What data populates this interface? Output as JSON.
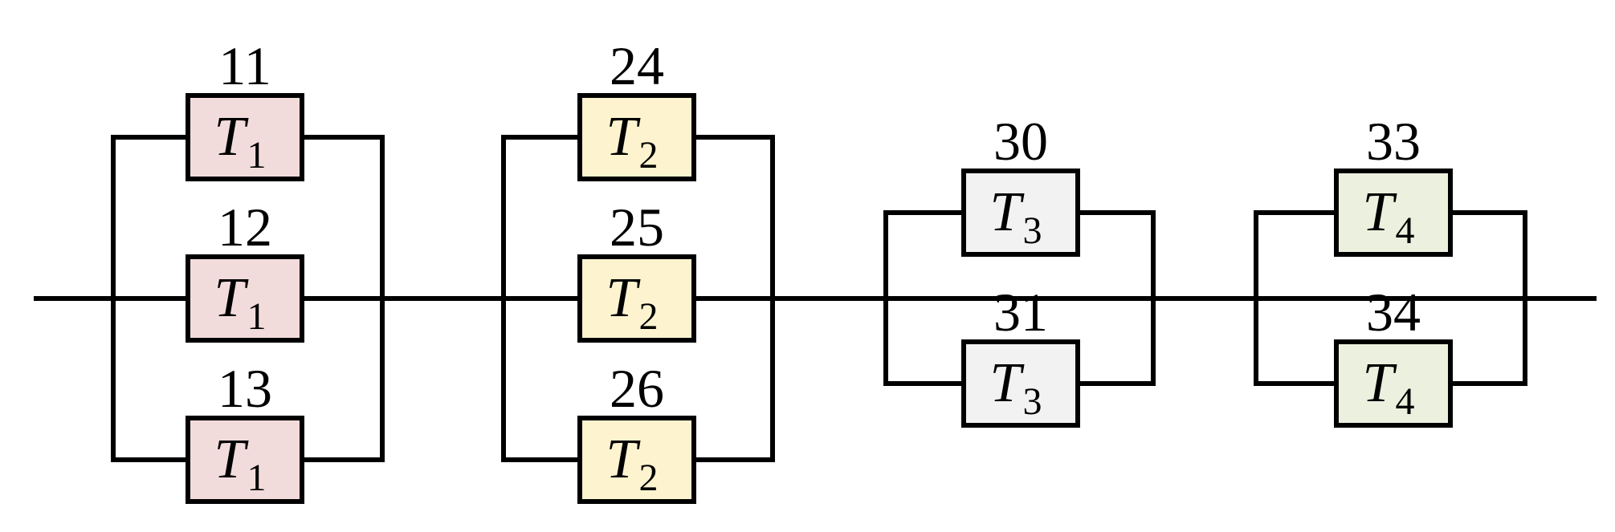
{
  "groups": [
    {
      "color": "#f2dcdb",
      "units": [
        {
          "number": "11",
          "letter": "T",
          "subscript": "1"
        },
        {
          "number": "12",
          "letter": "T",
          "subscript": "1"
        },
        {
          "number": "13",
          "letter": "T",
          "subscript": "1"
        }
      ]
    },
    {
      "color": "#fdf3cf",
      "units": [
        {
          "number": "24",
          "letter": "T",
          "subscript": "2"
        },
        {
          "number": "25",
          "letter": "T",
          "subscript": "2"
        },
        {
          "number": "26",
          "letter": "T",
          "subscript": "2"
        }
      ]
    },
    {
      "color": "#f2f2f2",
      "units": [
        {
          "number": "30",
          "letter": "T",
          "subscript": "3"
        },
        {
          "number": "31",
          "letter": "T",
          "subscript": "3"
        }
      ]
    },
    {
      "color": "#ebf1de",
      "units": [
        {
          "number": "33",
          "letter": "T",
          "subscript": "4"
        },
        {
          "number": "34",
          "letter": "T",
          "subscript": "4"
        }
      ]
    }
  ]
}
